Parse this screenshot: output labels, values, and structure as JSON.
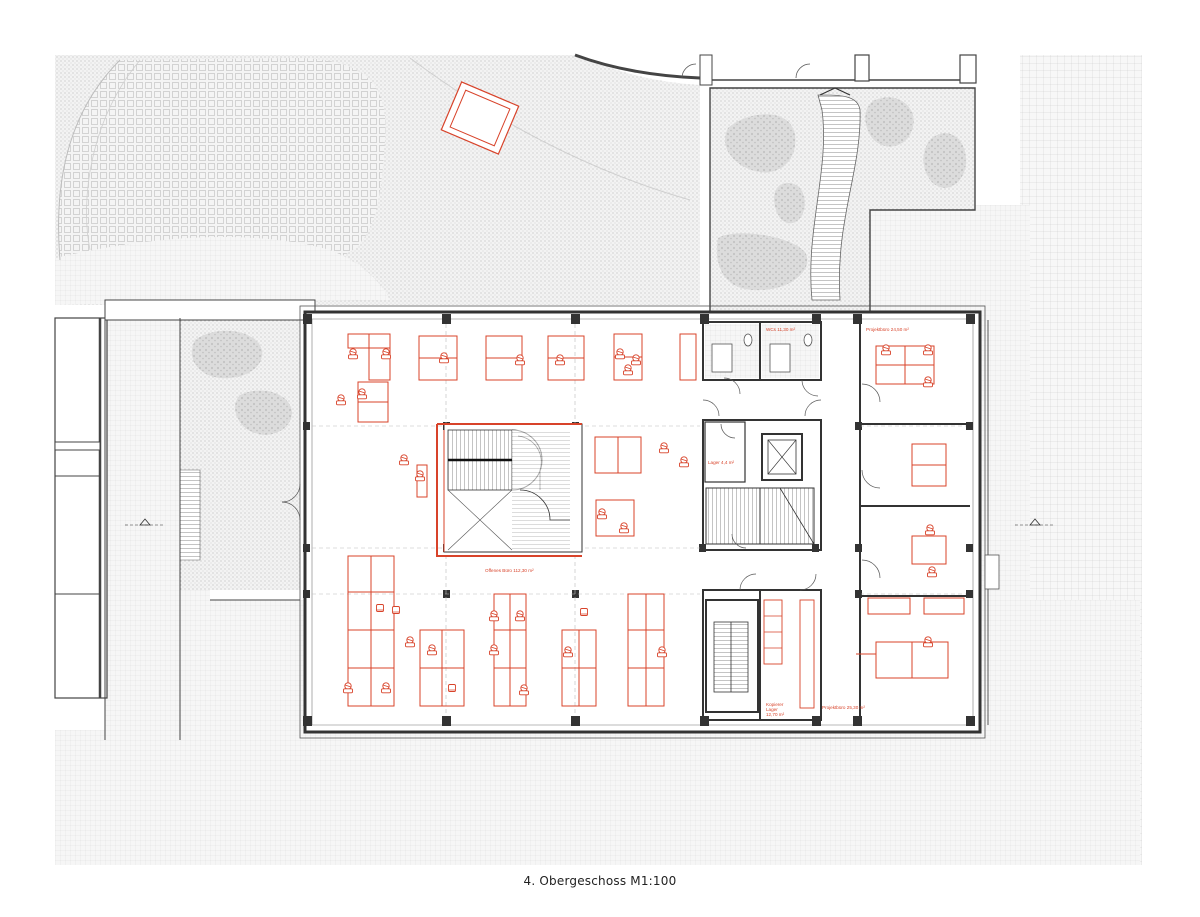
{
  "caption": "4. Obergeschoss M1:100",
  "colors": {
    "furniture": "#d8432a",
    "wall": "#333333",
    "surroundings": "#f0f0f0",
    "planting": "#d9d9d9",
    "background": "#ffffff"
  },
  "rooms": {
    "wc": "WCs",
    "wc_area": "11,30 m²",
    "project_top": "Projektbüro",
    "project_top_area": "24,50 m²",
    "open_office": "Offenes Büro",
    "open_office_area": "112,30 m²",
    "storage": "Lager",
    "storage_area": "4,4 m²",
    "copier": "Kopierer",
    "copier_sub": "Lager",
    "copier_area": "12,70 m²",
    "project_bottom": "Projektbüro",
    "project_bottom_area": "25,30 m²"
  }
}
